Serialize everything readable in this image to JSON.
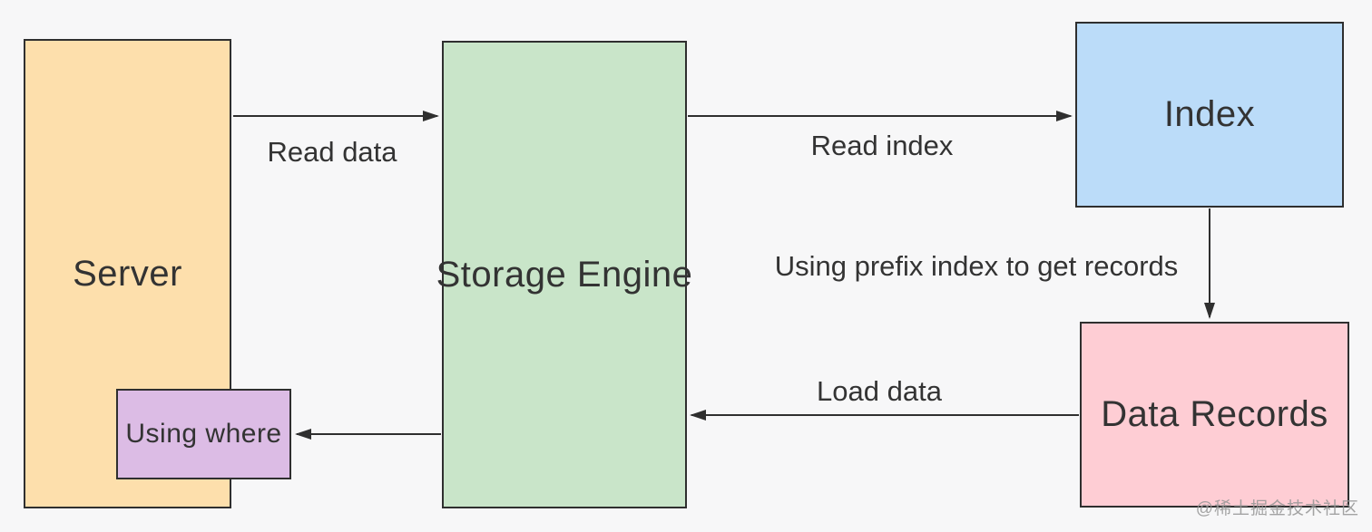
{
  "diagram": {
    "background_color": "#f7f7f8",
    "stroke_color": "#2f2f2f",
    "text_color": "#333333",
    "nodes": [
      {
        "id": "server",
        "label": "Server",
        "fill": "#fddfac"
      },
      {
        "id": "storage-engine",
        "label": "Storage Engine",
        "fill": "#c9e5c9"
      },
      {
        "id": "index",
        "label": "Index",
        "fill": "#bbdcf9"
      },
      {
        "id": "data-records",
        "label": "Data Records",
        "fill": "#fecdd4"
      },
      {
        "id": "using-where",
        "label": "Using where",
        "fill": "#dcbce5"
      }
    ],
    "edges": [
      {
        "label": "Read data",
        "from": "server",
        "to": "storage-engine"
      },
      {
        "label": "Read index",
        "from": "storage-engine",
        "to": "index"
      },
      {
        "label": "Using prefix index to get records",
        "from": "index",
        "to": "data-records"
      },
      {
        "label": "Load data",
        "from": "data-records",
        "to": "storage-engine"
      },
      {
        "label": "",
        "from": "storage-engine",
        "to": "using-where"
      }
    ],
    "watermark": "@稀土掘金技术社区"
  }
}
